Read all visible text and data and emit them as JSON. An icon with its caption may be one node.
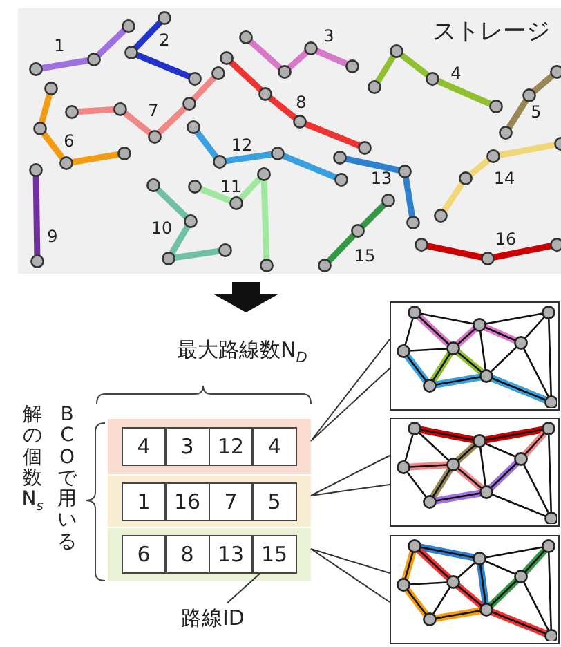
{
  "diagram": {
    "nodes": [
      {
        "text": [
          "ストレージ"
        ]
      },
      {
        "text": [],
        "shape": "box"
      },
      {
        "text": [
          "4"
        ],
        "in": 1
      },
      {
        "text": [
          "3"
        ],
        "in": 1
      },
      {
        "text": [
          "12"
        ],
        "in": 1
      },
      {
        "text": [
          "4"
        ],
        "in": 1
      },
      {
        "text": [],
        "shape": "box"
      },
      {
        "text": [
          "1"
        ],
        "in": 6
      },
      {
        "text": [
          "16"
        ],
        "in": 6
      },
      {
        "text": [
          "7"
        ],
        "in": 6
      },
      {
        "text": [
          "5"
        ],
        "in": 6
      },
      {
        "text": [],
        "shape": "box"
      },
      {
        "text": [
          "6"
        ],
        "in": 11
      },
      {
        "text": [
          "8"
        ],
        "in": 11
      },
      {
        "text": [
          "13"
        ],
        "in": 11
      },
      {
        "text": [
          "15"
        ],
        "in": 11
      },
      {
        "text": [
          "路線ID"
        ]
      },
      {
        "text": [],
        "shape": "picture"
      },
      {
        "text": [],
        "shape": "picture"
      },
      {
        "text": [],
        "shape": "picture"
      }
    ],
    "edges": [
      {
        "from": 1,
        "to": 17,
        "arrow": "none"
      },
      {
        "from": 6,
        "to": 18,
        "arrow": "none"
      },
      {
        "from": 11,
        "to": 19,
        "arrow": "none"
      },
      {
        "from": 16,
        "to": 15,
        "arrow": "none"
      }
    ],
    "labels": [
      "1",
      "2",
      "3",
      "4",
      "5",
      "6",
      "7",
      "8",
      "9",
      "10",
      "11",
      "12",
      "13",
      "14",
      "15",
      "16",
      "最大路線数N$_{D}$",
      "BCOで用いる解の個数N$_{s}$"
    ]
  }
}
